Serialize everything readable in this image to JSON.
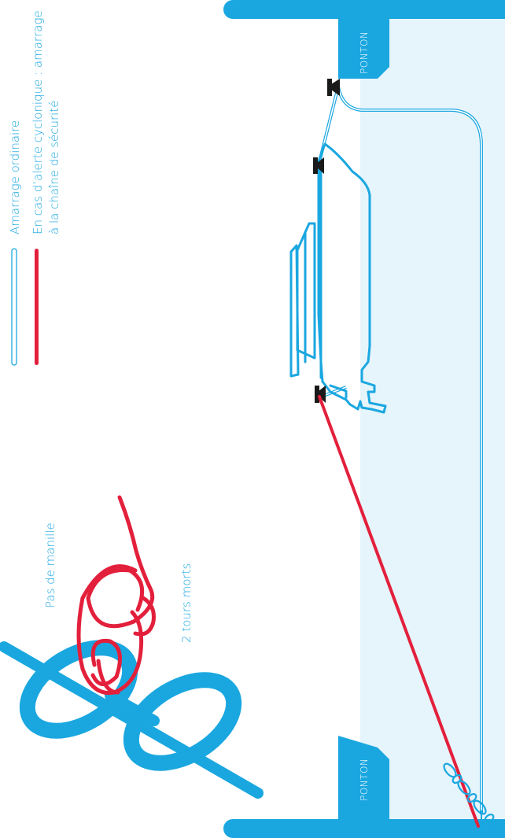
{
  "legend": {
    "ordinary_label": "Amarrage ordinaire",
    "cyclone_label_line1": "En cas d’alerte cyclonique : amarrage",
    "cyclone_label_line2": "à la chaîne de sécurité"
  },
  "knot": {
    "top_label": "Pas de manille",
    "bottom_label": "2 tours morts"
  },
  "pontoon": {
    "top_label": "PONTON",
    "bottom_label": "PONTON"
  },
  "colors": {
    "blue": "#1aa7e0",
    "red": "#e3203c",
    "water": "#e6f4fb",
    "cleat": "#1a1a1a",
    "label": "#1aa7e0",
    "white": "#ffffff"
  }
}
